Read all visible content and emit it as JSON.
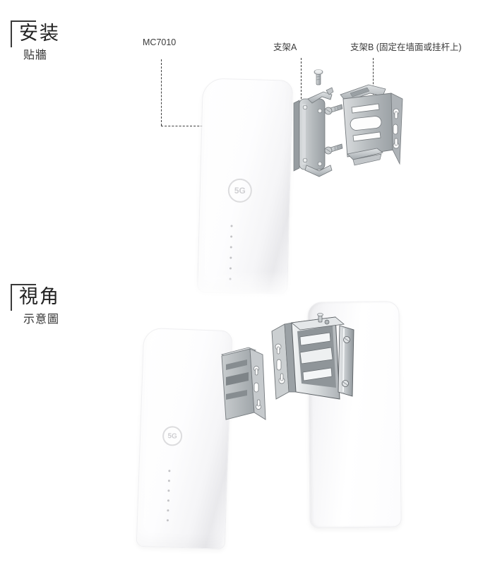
{
  "sections": {
    "install": {
      "title": "安装",
      "subtitle": "贴牆"
    },
    "view": {
      "title": "視角",
      "subtitle": "示意圖"
    }
  },
  "callouts": {
    "device_model": "MC7010",
    "bracket_a": "支架A",
    "bracket_b": "支架B (固定在墙面或挂杆上)"
  },
  "device": {
    "logo": "5G",
    "led_count": 6
  },
  "icons": {
    "logo_badge": "5g-logo-icon",
    "led": "led-indicator-dot"
  },
  "colors": {
    "text": "#3a3a3a",
    "leader_line": "#3c3c3c",
    "metal_light": "#d9dcde",
    "metal": "#b6bbbe",
    "metal_dark": "#8f959a",
    "metal_outline": "#74797d",
    "chrome": "#eef0f1",
    "device_white": "#ffffff",
    "device_shade": "#e9e9ec",
    "logo_gray": "#cfcfd2",
    "led_gray": "#c2c2c5"
  }
}
